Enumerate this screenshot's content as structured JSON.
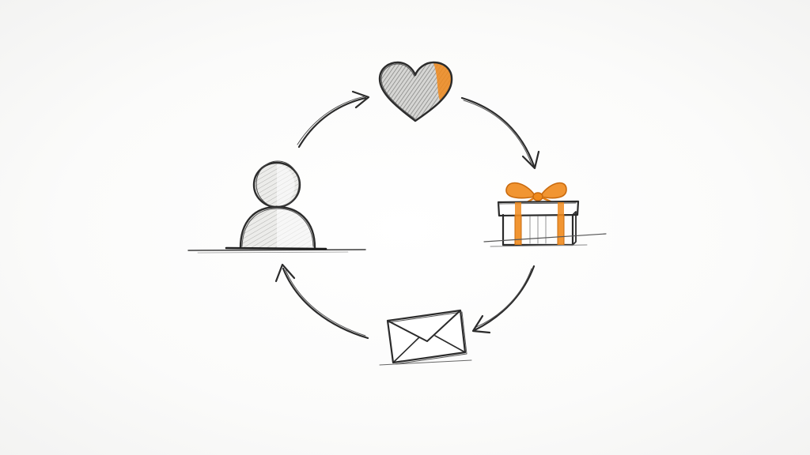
{
  "diagram": {
    "nodes": [
      {
        "id": "person",
        "icon": "person-icon"
      },
      {
        "id": "heart",
        "icon": "heart-icon"
      },
      {
        "id": "gift",
        "icon": "gift-box-icon"
      },
      {
        "id": "envelope",
        "icon": "envelope-icon"
      }
    ],
    "cycle": [
      "person",
      "heart",
      "gift",
      "envelope",
      "person"
    ],
    "colors": {
      "ink": "#2b2b2b",
      "pencil_shade": "#8a8a8a",
      "accent": "#f08a1c",
      "paper": "#fdfdfc"
    }
  }
}
